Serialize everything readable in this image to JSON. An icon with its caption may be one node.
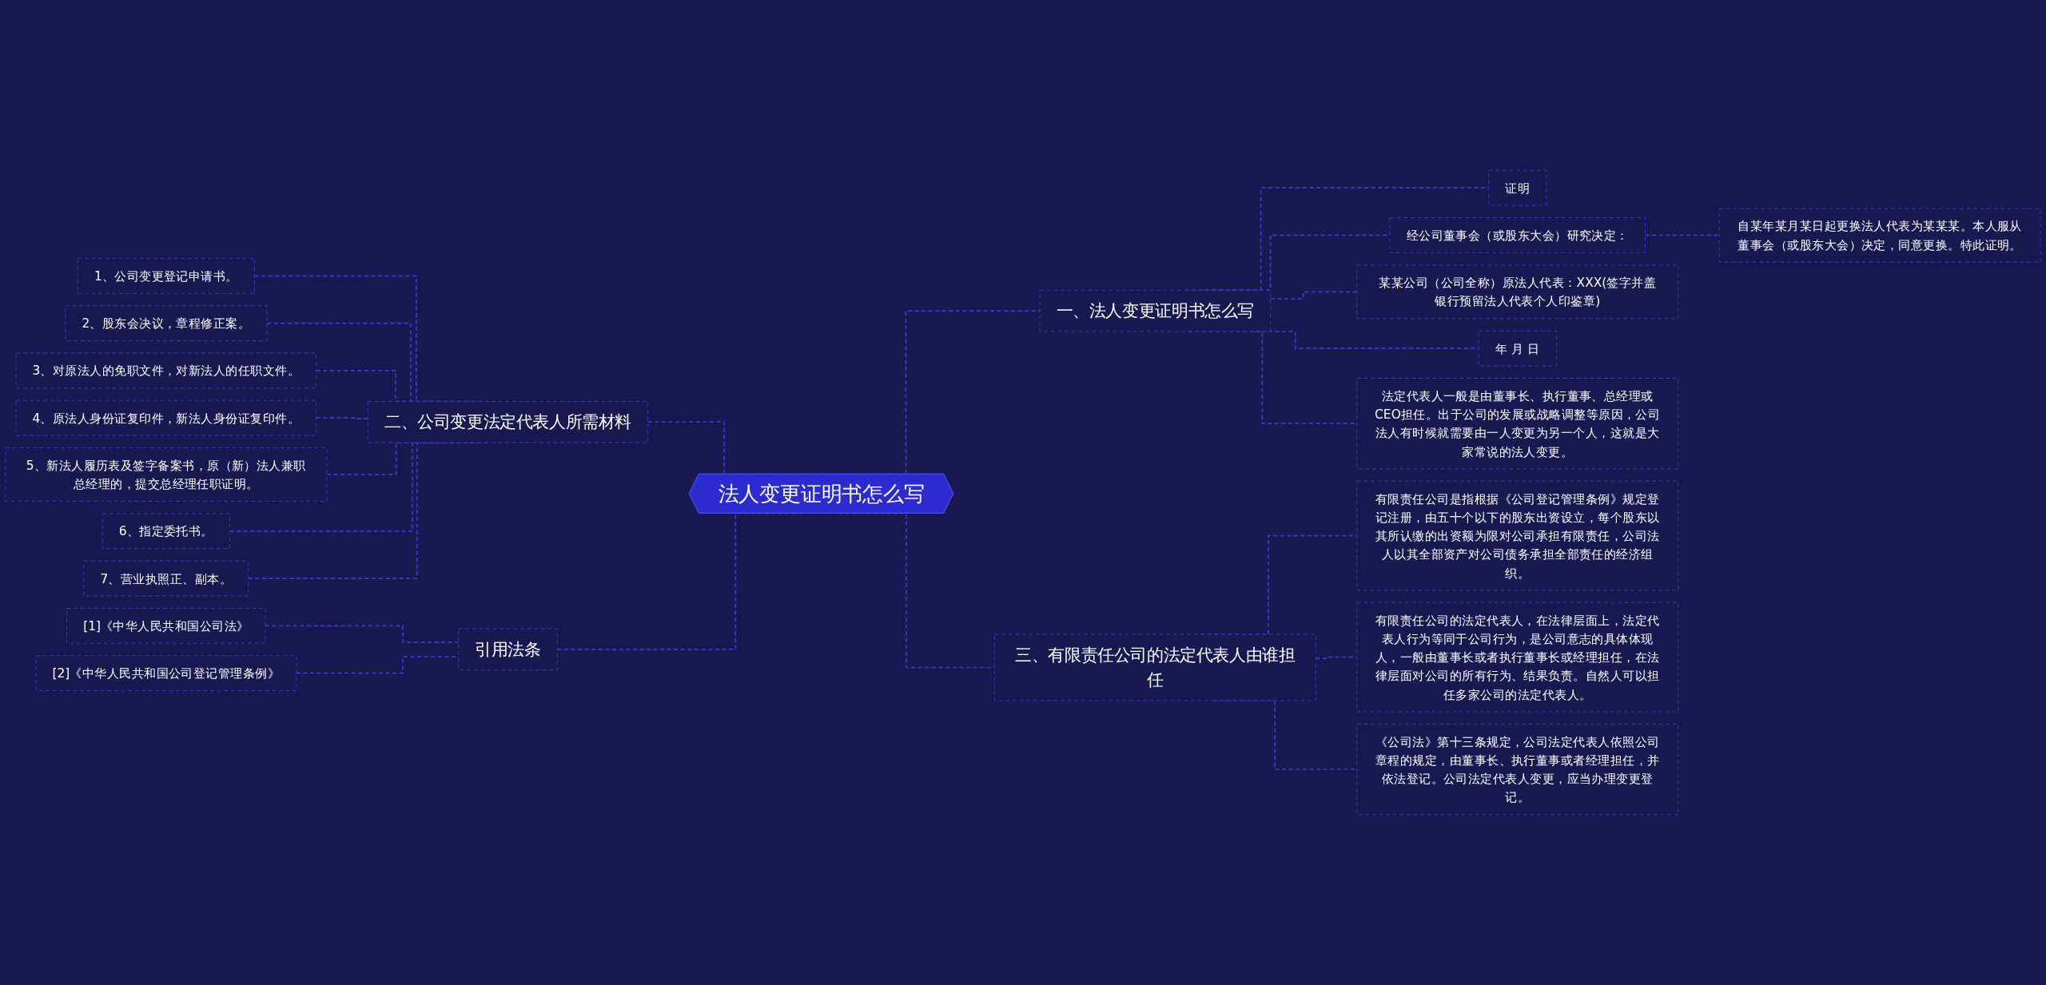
{
  "diagram": {
    "nodes": [
      {
        "text": [
          "法人变更证明书怎么写"
        ]
      },
      {
        "text": [
          "一、法人变更证明书怎么写"
        ]
      },
      {
        "text": [
          "证明"
        ]
      },
      {
        "text": [
          "经公司董事会（或股东大会）研究决定："
        ]
      },
      {
        "text": [
          "自某年某月某日起更换法人代表为某某某。本人服从董事会（或股东大会）决定，同意更换。特此证明。"
        ]
      },
      {
        "text": [
          "某某公司（公司全称）原法人代表：XXX(签字并盖银行预留法人代表个人印鉴章)"
        ]
      },
      {
        "text": [
          "年 月 日"
        ]
      },
      {
        "text": [
          "法定代表人一般是由董事长、执行董事、总经理或CEO担任。出于公司的发展或战略调整等原因，公司法人有时候就需要由一人变更为另一个人，这就是大家常说的法人变更。"
        ]
      },
      {
        "text": [
          "三、有限责任公司的法定代表人由谁担任"
        ]
      },
      {
        "text": [
          "有限责任公司是指根据《公司登记管理条例》规定登记注册，由五十个以下的股东出资设立，每个股东以其所认缴的出资额为限对公司承担有限责任，公司法人以其全部资产对公司债务承担全部责任的经济组织。"
        ]
      },
      {
        "text": [
          "有限责任公司的法定代表人，在法律层面上，法定代表人行为等同于公司行为，是公司意志的具体体现人，一般由董事长或者执行董事长或经理担任，在法律层面对公司的所有行为、结果负责。自然人可以担任多家公司的法定代表人。"
        ]
      },
      {
        "text": [
          "《公司法》第十三条规定，公司法定代表人依照公司章程的规定，由董事长、执行董事或者经理担任，并依法登记。公司法定代表人变更，应当办理变更登记。"
        ]
      },
      {
        "text": [
          "二、公司变更法定代表人所需材料"
        ]
      },
      {
        "text": [
          "1、公司变更登记申请书。"
        ]
      },
      {
        "text": [
          "2、股东会决议，章程修正案。"
        ]
      },
      {
        "text": [
          "3、对原法人的免职文件，对新法人的任职文件。"
        ]
      },
      {
        "text": [
          "4、原法人身份证复印件，新法人身份证复印件。"
        ]
      },
      {
        "text": [
          "5、新法人履历表及签字备案书，原（新）法人兼职总经理的，提交总经理任职证明。"
        ]
      },
      {
        "text": [
          "6、指定委托书。"
        ]
      },
      {
        "text": [
          "7、营业执照正、副本。"
        ]
      },
      {
        "text": [
          "引用法条"
        ]
      },
      {
        "text": [
          "[1]《中华人民共和国公司法》"
        ]
      },
      {
        "text": [
          "[2]《中华人民共和国公司登记管理条例》"
        ]
      }
    ],
    "edges": [
      {
        "from": 0,
        "to": 1,
        "arrow": "none"
      },
      {
        "from": 1,
        "to": 2,
        "arrow": "none"
      },
      {
        "from": 1,
        "to": 3,
        "arrow": "none"
      },
      {
        "from": 3,
        "to": 4,
        "arrow": "none"
      },
      {
        "from": 1,
        "to": 5,
        "arrow": "none"
      },
      {
        "from": 1,
        "to": 6,
        "arrow": "none"
      },
      {
        "from": 1,
        "to": 7,
        "arrow": "none"
      },
      {
        "from": 0,
        "to": 8,
        "arrow": "none"
      },
      {
        "from": 8,
        "to": 9,
        "arrow": "none"
      },
      {
        "from": 8,
        "to": 10,
        "arrow": "none"
      },
      {
        "from": 8,
        "to": 11,
        "arrow": "none"
      },
      {
        "from": 0,
        "to": 12,
        "arrow": "none"
      },
      {
        "from": 12,
        "to": 13,
        "arrow": "none"
      },
      {
        "from": 12,
        "to": 14,
        "arrow": "none"
      },
      {
        "from": 12,
        "to": 15,
        "arrow": "none"
      },
      {
        "from": 12,
        "to": 16,
        "arrow": "none"
      },
      {
        "from": 12,
        "to": 17,
        "arrow": "none"
      },
      {
        "from": 12,
        "to": 18,
        "arrow": "none"
      },
      {
        "from": 12,
        "to": 19,
        "arrow": "none"
      },
      {
        "from": 0,
        "to": 20,
        "arrow": "none"
      },
      {
        "from": 20,
        "to": 21,
        "arrow": "none"
      },
      {
        "from": 20,
        "to": 22,
        "arrow": "none"
      }
    ]
  }
}
